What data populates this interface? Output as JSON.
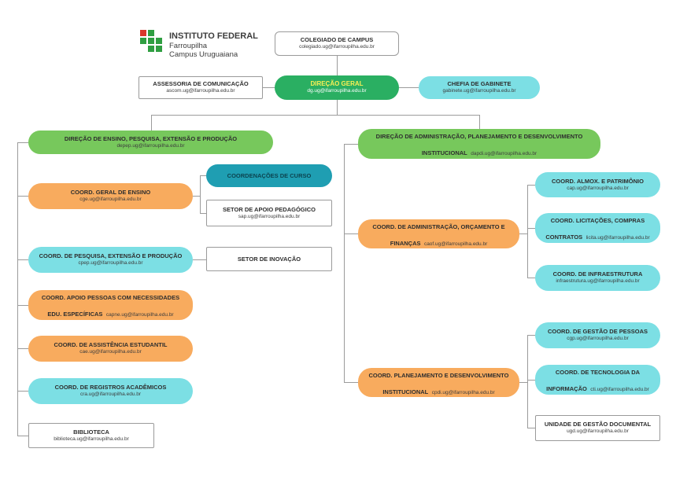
{
  "logo": {
    "title": "INSTITUTO FEDERAL",
    "subtitle1": "Farroupilha",
    "subtitle2": "Campus Uruguaiana"
  },
  "colors": {
    "direcao_geral_green": "#2aaf62",
    "direcao_green": "#77c85c",
    "coord_orange": "#f8ab5e",
    "coord_cyan": "#7cdfe4",
    "curso_teal": "#1f9eb2",
    "logo_green": "#2f9e41",
    "logo_red": "#d9372c",
    "connector_gray": "#9b9b9b"
  },
  "nodes": {
    "colegiado": {
      "title": "COLEGIADO DE CAMPUS",
      "email": "colegiado.ug@ifarroupilha.edu.br"
    },
    "assessoria": {
      "title": "ASSESSORIA DE COMUNICAÇÃO",
      "email": "ascom.ug@ifarroupilha.edu.br"
    },
    "dg": {
      "title": "DIREÇÃO GERAL",
      "email": "dg.ug@ifarroupilha.edu.br"
    },
    "gabinete": {
      "title": "CHEFIA DE GABINETE",
      "email": "gabinete.ug@ifarroupilha.edu.br"
    },
    "depep": {
      "title": "DIREÇÃO DE ENSINO, PESQUISA, EXTENSÃO E PRODUÇÃO",
      "email": "depep.ug@ifarroupilha.edu.br"
    },
    "dapdi": {
      "title": "DIREÇÃO DE ADMINISTRAÇÃO, PLANEJAMENTO E DESENVOLVIMENTO INSTITUCIONAL",
      "email": "dapdi.ug@ifarroupilha.edu.br"
    },
    "cge": {
      "title": "COORD. GERAL DE ENSINO",
      "email": "cge.ug@ifarroupilha.edu.br"
    },
    "curso": {
      "title": "COORDENAÇÕES DE CURSO"
    },
    "sap": {
      "title": "SETOR DE APOIO PEDAGÓGICO",
      "email": "sap.ug@ifarroupilha.edu.br"
    },
    "cpep": {
      "title": "COORD. DE PESQUISA, EXTENSÃO E PRODUÇÃO",
      "email": "cpep.ug@ifarroupilha.edu.br"
    },
    "inovacao": {
      "title": "SETOR DE INOVAÇÃO"
    },
    "capne": {
      "title": "COORD. APOIO PESSOAS COM NECESSIDADES EDU. ESPECÍFICAS",
      "email": "capne.ug@ifarroupilha.edu.br"
    },
    "cae": {
      "title": "COORD. DE ASSISTÊNCIA ESTUDANTIL",
      "email": "cae.ug@ifarroupilha.edu.br"
    },
    "cra": {
      "title": "COORD. DE REGISTROS ACADÊMICOS",
      "email": "cra.ug@ifarroupilha.edu.br"
    },
    "biblioteca": {
      "title": "BIBLIOTECA",
      "email": "biblioteca.ug@ifarroupilha.edu.br"
    },
    "caof": {
      "title": "COORD. DE ADMINISTRAÇÃO, ORÇAMENTO E FINANÇAS",
      "email": "caof.ug@ifarroupilha.edu.br"
    },
    "cap": {
      "title": "COORD. ALMOX. E PATRIMÔNIO",
      "email": "cap.ug@ifarroupilha.edu.br"
    },
    "licita": {
      "title": "COORD. LICITAÇÕES, COMPRAS CONTRATOS",
      "email": "licita.ug@ifarroupilha.edu.br"
    },
    "infra": {
      "title": "COORD. DE INFRAESTRUTURA",
      "email": "infraestrutura.ug@ifarroupilha.edu.br"
    },
    "cpdi": {
      "title": "COORD. PLANEJAMENTO E DESENVOLVIMENTO INSTITUCIONAL",
      "email": "cpdi.ug@ifarroupilha.edu.br"
    },
    "cgp": {
      "title": "COORD. DE GESTÃO DE PESSOAS",
      "email": "cgp.ug@ifarroupilha.edu.br"
    },
    "cti": {
      "title": "COORD. DE TECNOLOGIA DA INFORMAÇÃO",
      "email": "cti.ug@ifarroupilha.edu.br"
    },
    "ugd": {
      "title": "UNIDADE DE GESTÃO DOCUMENTAL",
      "email": "ugd.ug@ifarroupilha.edu.br"
    }
  }
}
